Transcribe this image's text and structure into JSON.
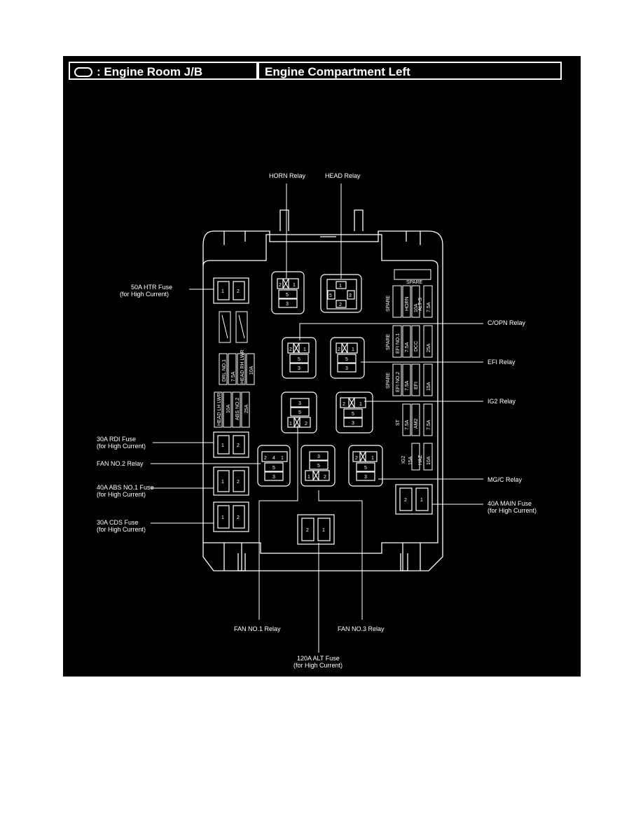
{
  "header": {
    "left_title": ": Engine Room J/B",
    "right_title": "Engine Compartment Left",
    "icon": "junction-block-icon"
  },
  "labels": {
    "horn_relay": "HORN Relay",
    "head_relay": "HEAD Relay",
    "htr_fuse": "50A HTR Fuse",
    "high_current": "(for High Current)",
    "copn_relay": "C/OPN Relay",
    "efi_relay": "EFI Relay",
    "ig2_relay": "IG2 Relay",
    "rdi_fuse": "30A RDI Fuse",
    "fan2_relay": "FAN NO.2 Relay",
    "abs1_fuse": "40A ABS NO.1 Fuse",
    "cds_fuse": "30A CDS Fuse",
    "mgc_relay": "MG/C Relay",
    "main_fuse": "40A MAIN Fuse",
    "fan1_relay": "FAN NO.1 Relay",
    "fan3_relay": "FAN NO.3 Relay",
    "alt_fuse": "120A ALT Fuse"
  },
  "fuse_slots": {
    "spare": "SPARE",
    "horn": "HORN",
    "alt_s": "ALT-S",
    "a10": "10A",
    "a75": "7.5A",
    "efi1": "EFI NO.1",
    "dcc": "DCC",
    "a25": "25A",
    "efi2": "EFI NO.2",
    "efi": "EFI",
    "a15": "15A",
    "st": "ST",
    "am2": "AM2",
    "ig2": "IG2",
    "haz": "HAZ",
    "drl": "DRL NO.1",
    "head_rh": "HEAD RH LWR",
    "head_lh": "HEAD LH LWR",
    "abs2": "ABS NO.2"
  },
  "pins": {
    "p1": "1",
    "p2": "2",
    "p3": "3",
    "p4": "4",
    "p5": "5"
  }
}
